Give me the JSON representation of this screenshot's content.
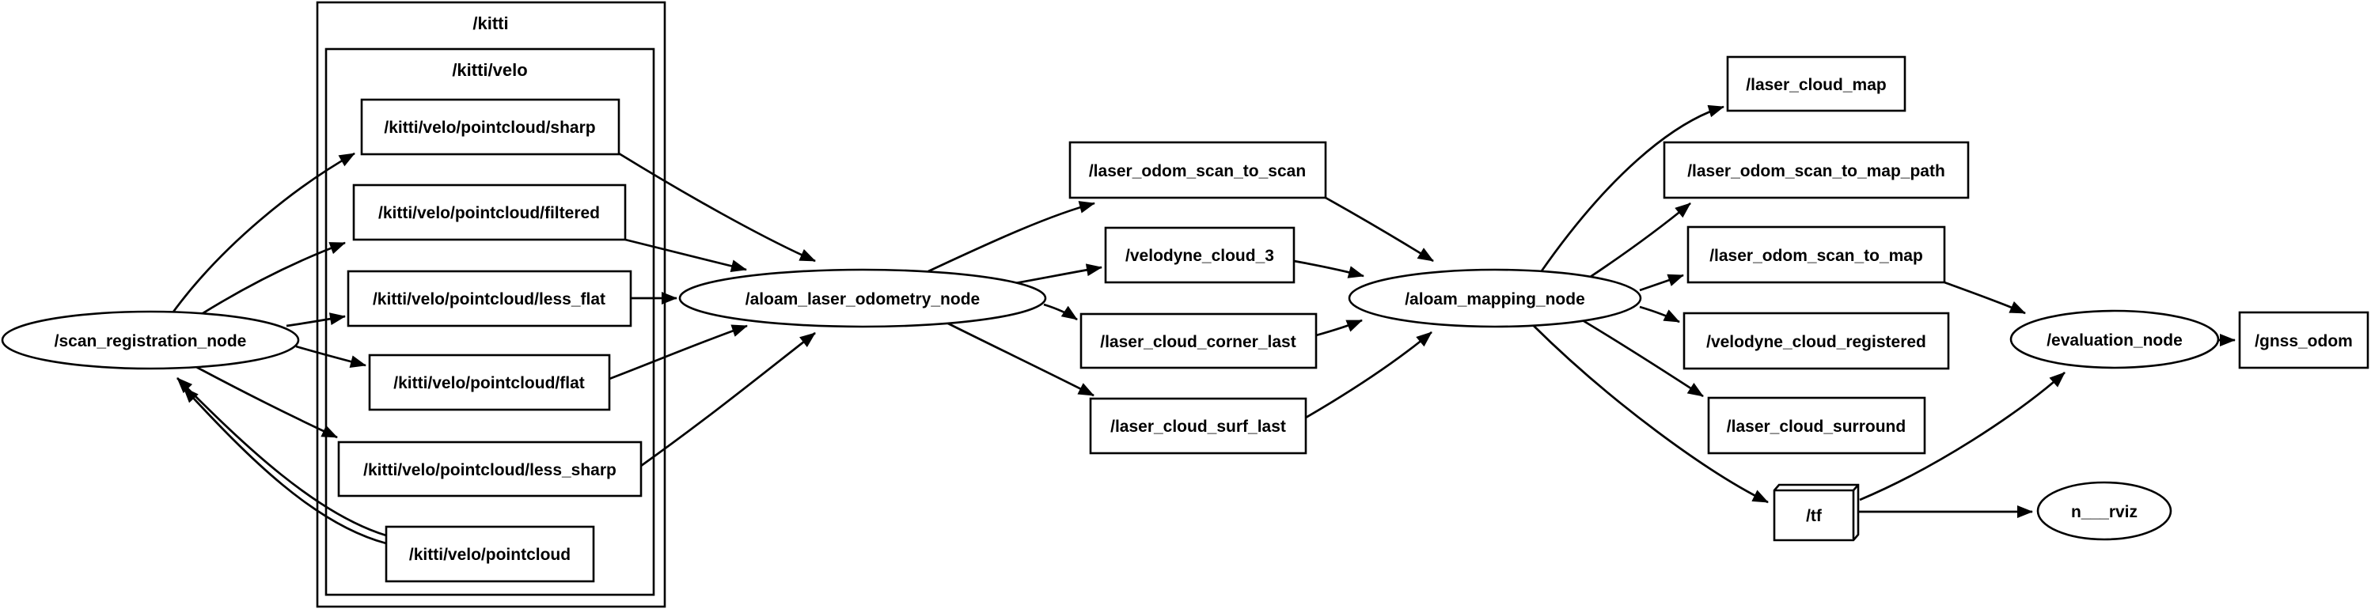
{
  "graph": {
    "clusters": {
      "kitti": {
        "label": "/kitti"
      },
      "kitti_velo": {
        "label": "/kitti/velo"
      }
    },
    "nodes": {
      "scan_registration": {
        "label": "/scan_registration_node",
        "shape": "ellipse"
      },
      "laser_odometry": {
        "label": "/aloam_laser_odometry_node",
        "shape": "ellipse"
      },
      "mapping": {
        "label": "/aloam_mapping_node",
        "shape": "ellipse"
      },
      "evaluation": {
        "label": "/evaluation_node",
        "shape": "ellipse"
      },
      "rviz": {
        "label": "n___rviz",
        "shape": "ellipse"
      },
      "tf": {
        "label": "/tf",
        "shape": "box3d"
      }
    },
    "topics": {
      "pointcloud_sharp": {
        "label": "/kitti/velo/pointcloud/sharp"
      },
      "pointcloud_filtered": {
        "label": "/kitti/velo/pointcloud/filtered"
      },
      "pointcloud_less_flat": {
        "label": "/kitti/velo/pointcloud/less_flat"
      },
      "pointcloud_flat": {
        "label": "/kitti/velo/pointcloud/flat"
      },
      "pointcloud_less_sharp": {
        "label": "/kitti/velo/pointcloud/less_sharp"
      },
      "pointcloud": {
        "label": "/kitti/velo/pointcloud"
      },
      "laser_odom_scan_to_scan": {
        "label": "/laser_odom_scan_to_scan"
      },
      "velodyne_cloud_3": {
        "label": "/velodyne_cloud_3"
      },
      "laser_cloud_corner_last": {
        "label": "/laser_cloud_corner_last"
      },
      "laser_cloud_surf_last": {
        "label": "/laser_cloud_surf_last"
      },
      "laser_cloud_map": {
        "label": "/laser_cloud_map"
      },
      "laser_odom_scan_to_map_path": {
        "label": "/laser_odom_scan_to_map_path"
      },
      "laser_odom_scan_to_map": {
        "label": "/laser_odom_scan_to_map"
      },
      "velodyne_cloud_registered": {
        "label": "/velodyne_cloud_registered"
      },
      "laser_cloud_surround": {
        "label": "/laser_cloud_surround"
      },
      "gnss_odom": {
        "label": "/gnss_odom"
      }
    },
    "edges": [
      [
        "/kitti/velo/pointcloud",
        "/scan_registration_node"
      ],
      [
        "/kitti/velo/pointcloud",
        "/scan_registration_node"
      ],
      [
        "/scan_registration_node",
        "/kitti/velo/pointcloud/sharp"
      ],
      [
        "/scan_registration_node",
        "/kitti/velo/pointcloud/filtered"
      ],
      [
        "/scan_registration_node",
        "/kitti/velo/pointcloud/less_flat"
      ],
      [
        "/scan_registration_node",
        "/kitti/velo/pointcloud/flat"
      ],
      [
        "/scan_registration_node",
        "/kitti/velo/pointcloud/less_sharp"
      ],
      [
        "/kitti/velo/pointcloud/sharp",
        "/aloam_laser_odometry_node"
      ],
      [
        "/kitti/velo/pointcloud/filtered",
        "/aloam_laser_odometry_node"
      ],
      [
        "/kitti/velo/pointcloud/less_flat",
        "/aloam_laser_odometry_node"
      ],
      [
        "/kitti/velo/pointcloud/flat",
        "/aloam_laser_odometry_node"
      ],
      [
        "/kitti/velo/pointcloud/less_sharp",
        "/aloam_laser_odometry_node"
      ],
      [
        "/aloam_laser_odometry_node",
        "/laser_odom_scan_to_scan"
      ],
      [
        "/aloam_laser_odometry_node",
        "/velodyne_cloud_3"
      ],
      [
        "/aloam_laser_odometry_node",
        "/laser_cloud_corner_last"
      ],
      [
        "/aloam_laser_odometry_node",
        "/laser_cloud_surf_last"
      ],
      [
        "/laser_odom_scan_to_scan",
        "/aloam_mapping_node"
      ],
      [
        "/velodyne_cloud_3",
        "/aloam_mapping_node"
      ],
      [
        "/laser_cloud_corner_last",
        "/aloam_mapping_node"
      ],
      [
        "/laser_cloud_surf_last",
        "/aloam_mapping_node"
      ],
      [
        "/aloam_mapping_node",
        "/laser_cloud_map"
      ],
      [
        "/aloam_mapping_node",
        "/laser_odom_scan_to_map_path"
      ],
      [
        "/aloam_mapping_node",
        "/laser_odom_scan_to_map"
      ],
      [
        "/aloam_mapping_node",
        "/velodyne_cloud_registered"
      ],
      [
        "/aloam_mapping_node",
        "/laser_cloud_surround"
      ],
      [
        "/aloam_mapping_node",
        "/tf"
      ],
      [
        "/laser_odom_scan_to_map",
        "/evaluation_node"
      ],
      [
        "/tf",
        "/evaluation_node"
      ],
      [
        "/tf",
        "n___rviz"
      ],
      [
        "/evaluation_node",
        "/gnss_odom"
      ]
    ]
  },
  "colors": {
    "background": "#ffffff",
    "shape_fill": "#ffffff",
    "stroke": "#000000",
    "text": "#000000"
  }
}
